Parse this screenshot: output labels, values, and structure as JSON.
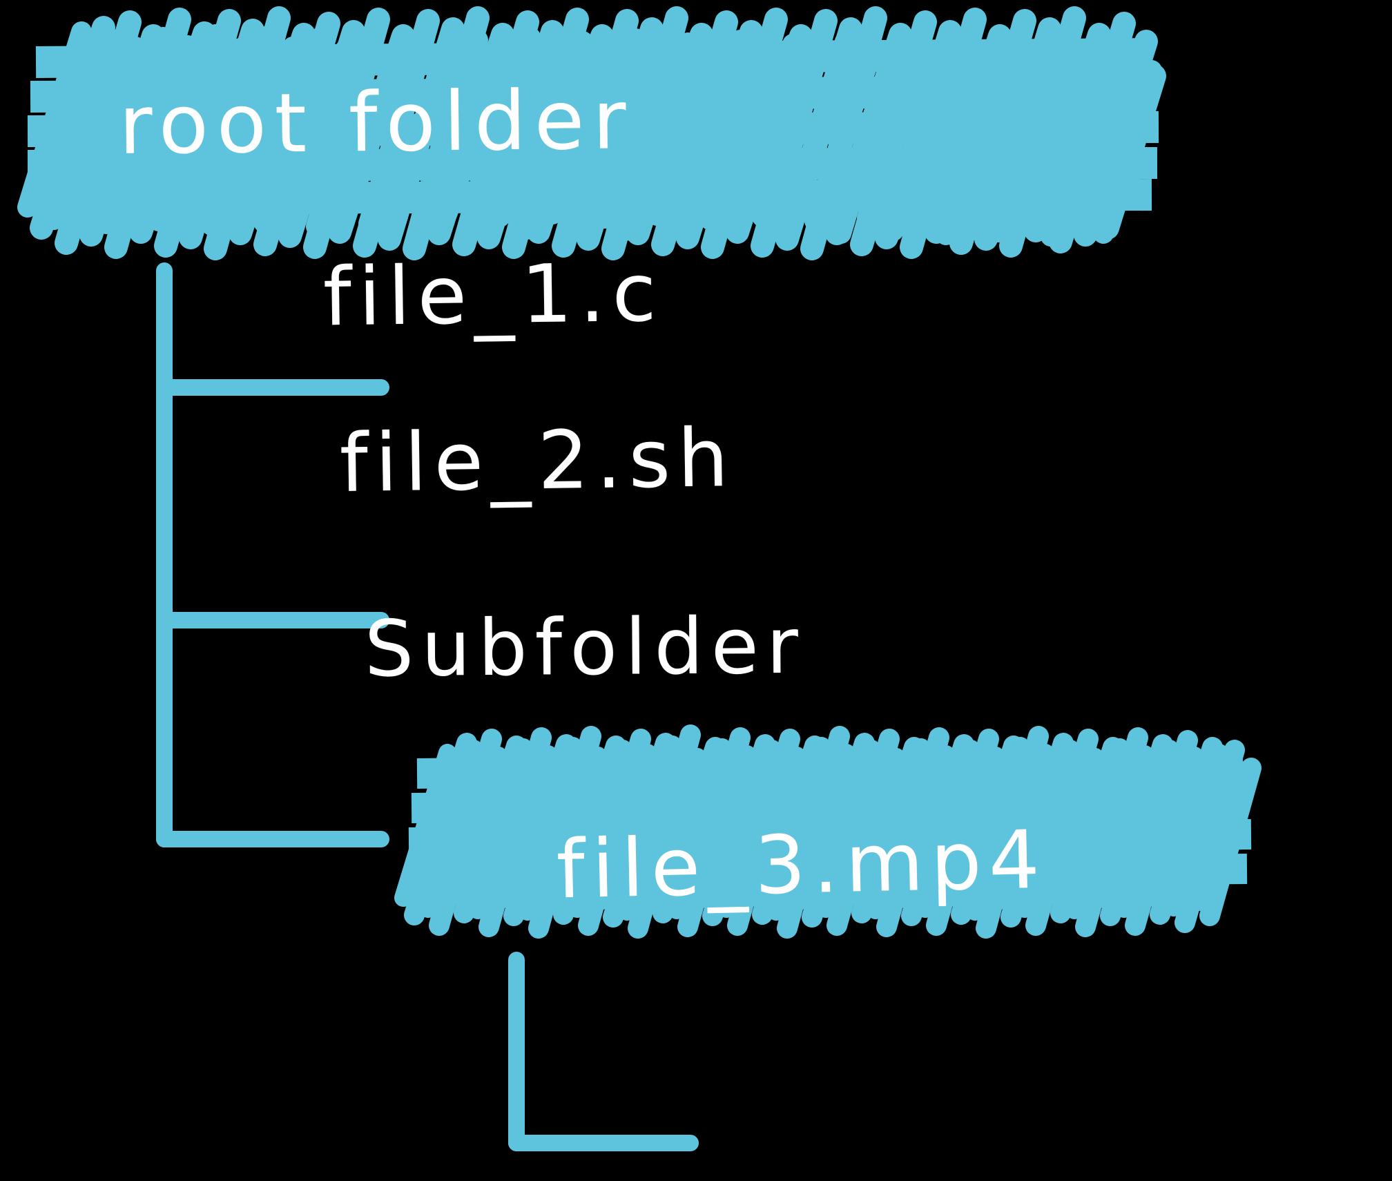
{
  "diagram": {
    "type": "file-tree",
    "title": "root folder",
    "background_color": "#000000",
    "accent_color": "#5ec3dc",
    "text_color": "#ffffff",
    "highlight_color": "#5ec3dc",
    "root": {
      "name": "root folder",
      "kind": "folder",
      "highlighted": true
    },
    "nodes": [
      {
        "id": "n1",
        "label": "file_1.c",
        "kind": "file",
        "depth": 1,
        "highlighted": false,
        "connector": "tee"
      },
      {
        "id": "n2",
        "label": "file_2.sh",
        "kind": "file",
        "depth": 1,
        "highlighted": false,
        "connector": "tee"
      },
      {
        "id": "n3",
        "label": "Subfolder",
        "kind": "folder",
        "depth": 1,
        "highlighted": true,
        "connector": "elbow"
      },
      {
        "id": "n4",
        "label": "file_3.mp4",
        "kind": "file",
        "depth": 2,
        "highlighted": false,
        "connector": "elbow"
      }
    ],
    "icons": {
      "root_highlight": "scribble-highlight-icon",
      "sub_highlight": "scribble-highlight-icon",
      "tree_lines": "tree-connector-icon"
    }
  }
}
